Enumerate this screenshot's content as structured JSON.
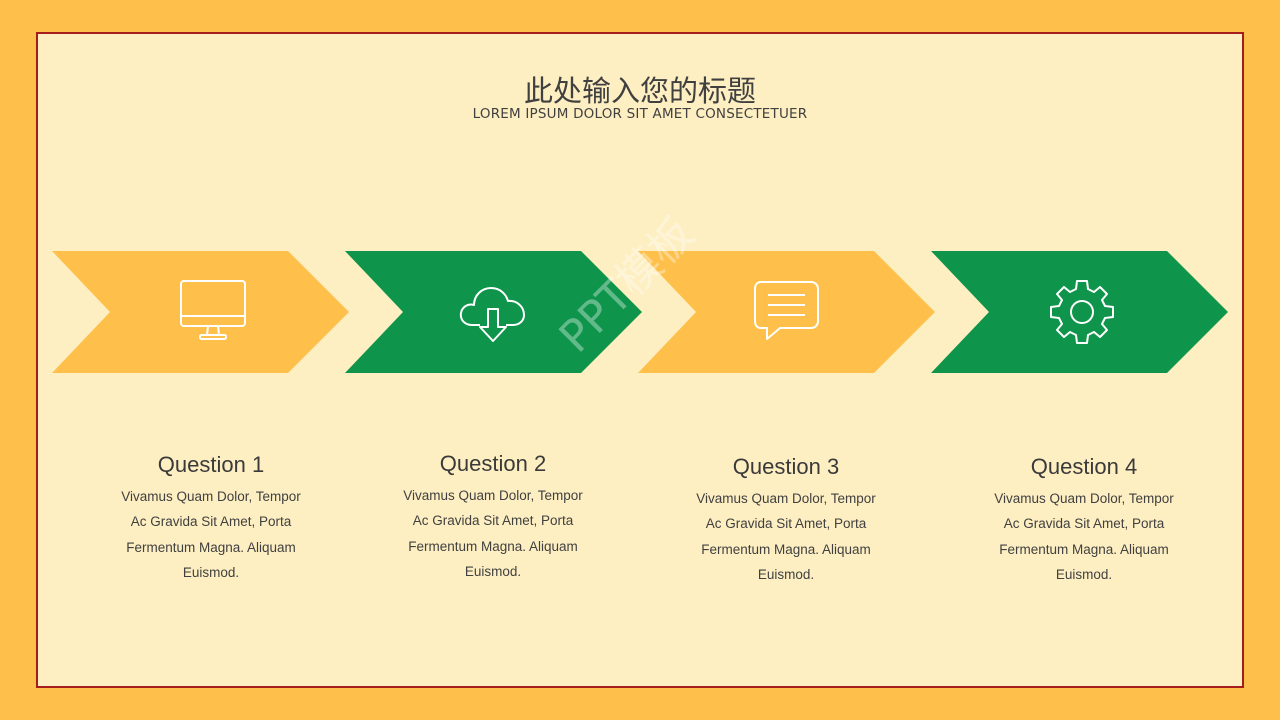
{
  "header": {
    "title": "此处输入您的标题",
    "subtitle": "LOREM IPSUM DOLOR SIT AMET CONSECTETUER"
  },
  "colors": {
    "background": "#FEC04A",
    "panel": "#FEEFC2",
    "border": "#A51C1C",
    "yellow": "#FEC04A",
    "green": "#0E944B",
    "text": "#404040"
  },
  "steps": [
    {
      "icon": "monitor-icon",
      "color": "yellow",
      "title": "Question 1",
      "desc": "Vivamus Quam Dolor, Tempor\nAc Gravida Sit Amet, Porta\nFermentum Magna. Aliquam\nEuismod."
    },
    {
      "icon": "cloud-download-icon",
      "color": "green",
      "title": "Question 2",
      "desc": "Vivamus Quam Dolor, Tempor\nAc Gravida Sit Amet, Porta\nFermentum Magna. Aliquam\nEuismod."
    },
    {
      "icon": "chat-bubble-icon",
      "color": "yellow",
      "title": "Question 3",
      "desc": "Vivamus Quam Dolor, Tempor\nAc Gravida Sit Amet, Porta\nFermentum Magna. Aliquam\nEuismod."
    },
    {
      "icon": "gear-icon",
      "color": "green",
      "title": "Question 4",
      "desc": "Vivamus Quam Dolor, Tempor\nAc Gravida Sit Amet, Porta\nFermentum Magna. Aliquam\nEuismod."
    }
  ],
  "watermark": "PPT模板"
}
